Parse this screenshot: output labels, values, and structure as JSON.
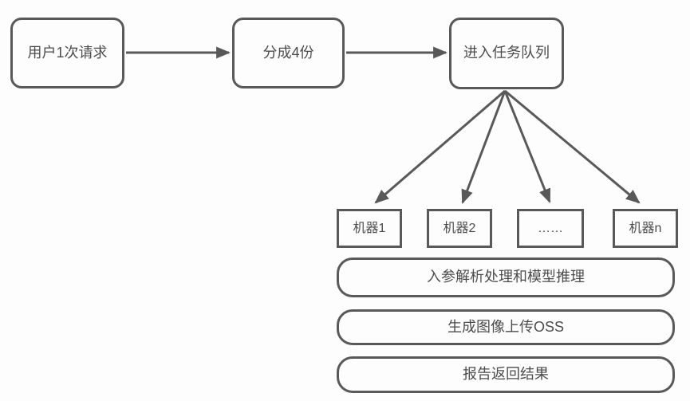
{
  "nodes": {
    "user_request": {
      "label": "用户1次请求"
    },
    "split": {
      "label": "分成4份"
    },
    "task_queue": {
      "label": "进入任务队列"
    },
    "machine_1": {
      "label": "机器1"
    },
    "machine_2": {
      "label": "机器2"
    },
    "machine_ellipsis": {
      "label": "……"
    },
    "machine_n": {
      "label": "机器n"
    },
    "parse_infer": {
      "label": "入参解析处理和模型推理"
    },
    "upload_oss": {
      "label": "生成图像上传OSS"
    },
    "report_result": {
      "label": "报告返回结果"
    }
  },
  "edges": [
    {
      "from": "user_request",
      "to": "split"
    },
    {
      "from": "split",
      "to": "task_queue"
    },
    {
      "from": "task_queue",
      "to": "machine_1"
    },
    {
      "from": "task_queue",
      "to": "machine_2"
    },
    {
      "from": "task_queue",
      "to": "machine_ellipsis"
    },
    {
      "from": "task_queue",
      "to": "machine_n"
    }
  ],
  "colors": {
    "stroke": "#595959",
    "text": "#4c4c4c",
    "background": "#fdfdfd"
  }
}
